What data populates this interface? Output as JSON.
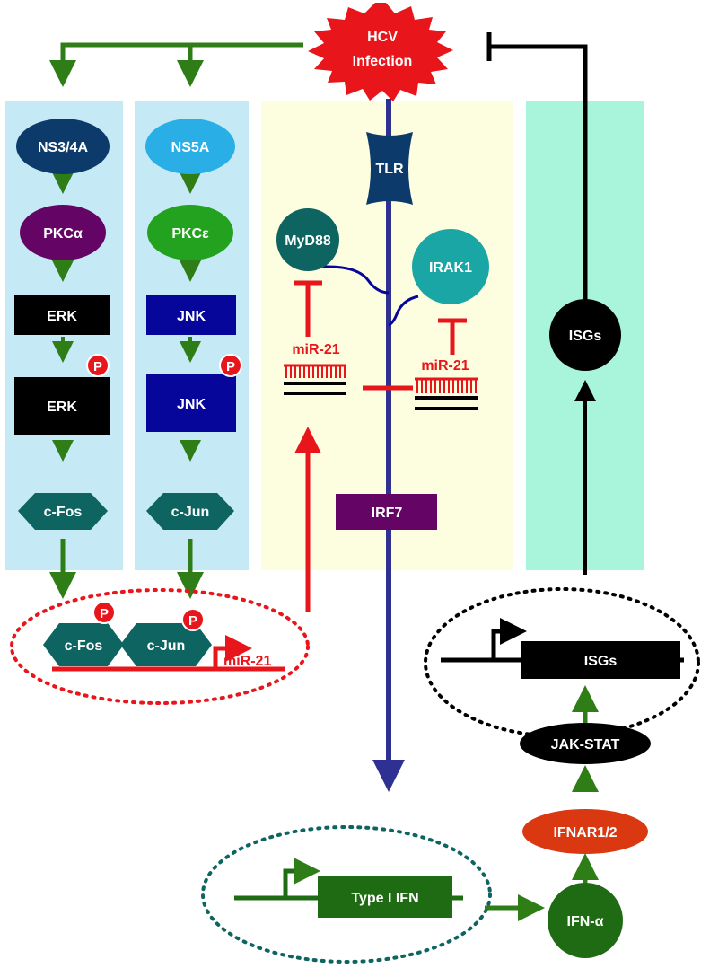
{
  "hcv": {
    "line1": "HCV",
    "line2": "Infection"
  },
  "pathway_left": {
    "ns34a": "NS3/4A",
    "pkca": "PKCα",
    "erk": "ERK",
    "erk_p": "ERK",
    "cfos": "c-Fos"
  },
  "pathway_mid": {
    "ns5a": "NS5A",
    "pkce": "PKCε",
    "jnk": "JNK",
    "jnk_p": "JNK",
    "cjun": "c-Jun"
  },
  "phospho_label": "P",
  "promoter": {
    "cfos": "c-Fos",
    "cjun": "c-Jun",
    "mir21": "miR-21"
  },
  "tlr_path": {
    "tlr": "TLR",
    "myd88": "MyD88",
    "irak1": "IRAK1",
    "mir21_left": "miR-21",
    "mir21_right": "miR-21",
    "irf7": "IRF7"
  },
  "isg_path": {
    "isgs_node": "ISGs",
    "isgs_gene": "ISGs",
    "jakstat": "JAK-STAT",
    "ifnar": "IFNAR1/2",
    "ifna": "IFN-α"
  },
  "type1ifn": "Type I IFN",
  "colors": {
    "green_arrow": "#2e7d17",
    "red": "#e8151b",
    "blue_axis": "#2e3192",
    "panel_blue": "#c5eaf5",
    "panel_yellow": "#fdfde0",
    "panel_teal": "#a8f5dc",
    "navy": "#0c3b6b",
    "purple": "#640565",
    "green_node": "#22a21e",
    "royal_blue": "#06069a",
    "sky_blue": "#29aee6",
    "teal_dark": "#0d6460",
    "teal_mid": "#1aa6a5",
    "ifn_green": "#1f6b14",
    "ifnar_red": "#d93811"
  }
}
